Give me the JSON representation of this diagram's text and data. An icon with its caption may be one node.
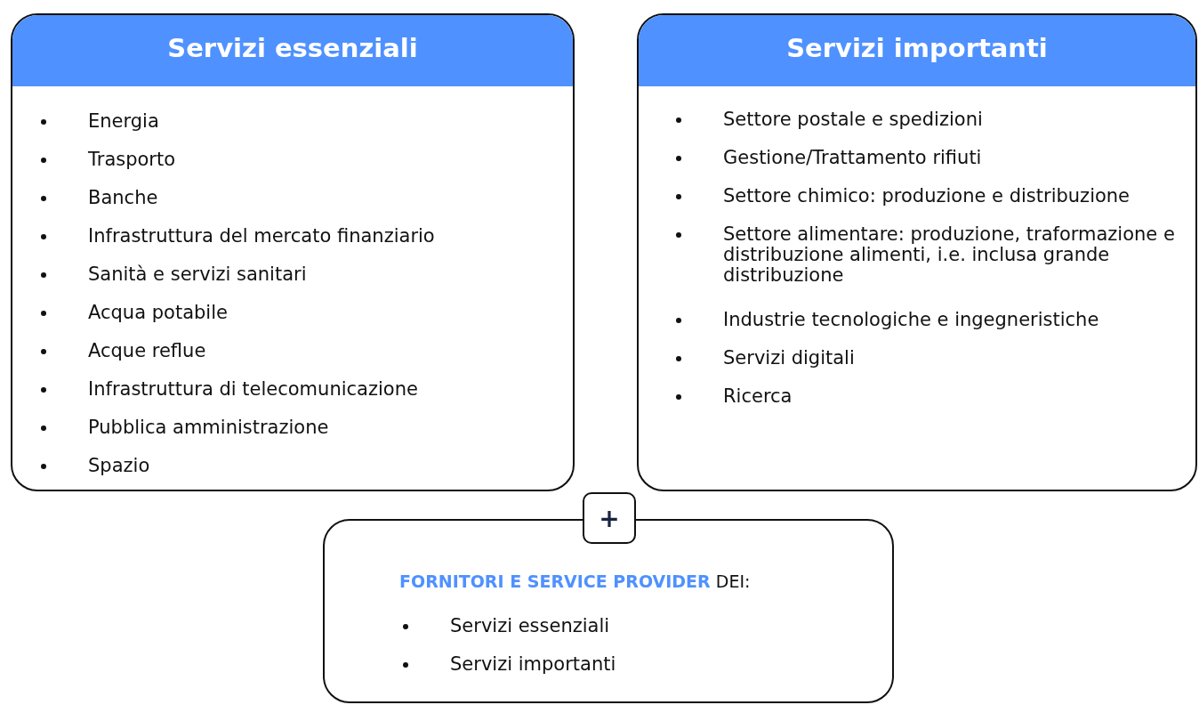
{
  "diagram": {
    "nodes": [
      {
        "text": [
          "Servizi essenziali",
          "Energia",
          "Trasporto",
          "Banche",
          "Infrastruttura del mercato finanziario",
          "Sanità e servizi sanitari",
          "Acqua potabile",
          "Acque reflue",
          "Infrastruttura di telecomunicazione",
          "Pubblica amministrazione",
          "Spazio"
        ]
      },
      {
        "text": [
          "Servizi importanti",
          "Settore postale e spedizioni",
          "Gestione/Trattamento rifiuti",
          "Settore chimico: produzione e distribuzione",
          "Settore alimentare: produzione, traformazione e distribuzione alimenti, i.e. inclusa grande distribuzione",
          "Industrie tecnologiche e ingegneristiche",
          "Servizi digitali",
          "Ricerca"
        ]
      },
      {
        "text": [
          "+"
        ]
      },
      {
        "text": [
          "**FORNITORI E SERVICE PROVIDER** DEI:",
          "Servizi essenziali",
          "Servizi importanti"
        ]
      }
    ],
    "edges": []
  }
}
